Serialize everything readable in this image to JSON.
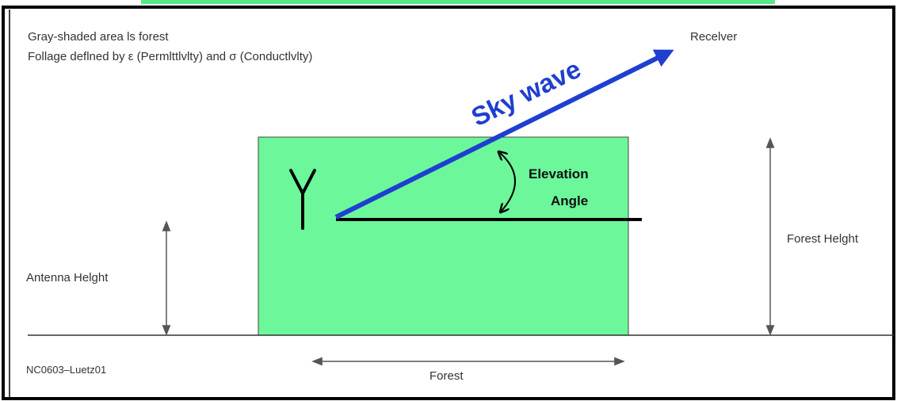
{
  "notes": {
    "line1": "Gray-shaded area ls forest",
    "line2": "Follage deflned by ε (Permlttlvlty) and σ (Conductlvlty)"
  },
  "labels": {
    "receiver": "Recelver",
    "sky_wave": "Sky wave",
    "elevation": "Elevation",
    "angle": "Angle",
    "antenna_height": "Antenna Helght",
    "forest_height": "Forest Helght",
    "forest": "Forest",
    "figure_id": "NC0603–Luetz01"
  },
  "colors": {
    "forest_fill": "#6bf79a",
    "header_bar": "#57e886",
    "sky_wave": "#1f3fd0",
    "frame": "#000000"
  },
  "icons": {
    "antenna": "antenna-icon"
  }
}
